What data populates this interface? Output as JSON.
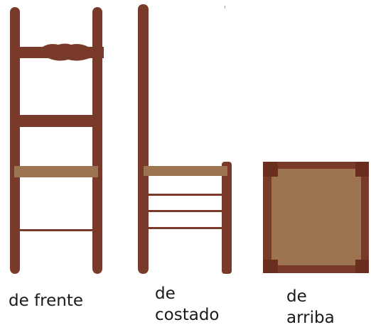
{
  "figure": {
    "colors": {
      "wood": "#7a3a2a",
      "seat": "#9c7550",
      "background": "#ffffff"
    },
    "views": [
      {
        "id": "front",
        "caption_lines": [
          "de frente"
        ]
      },
      {
        "id": "side",
        "caption_lines": [
          "de",
          "costado"
        ]
      },
      {
        "id": "top",
        "caption_lines": [
          "de",
          "arriba"
        ]
      }
    ]
  }
}
